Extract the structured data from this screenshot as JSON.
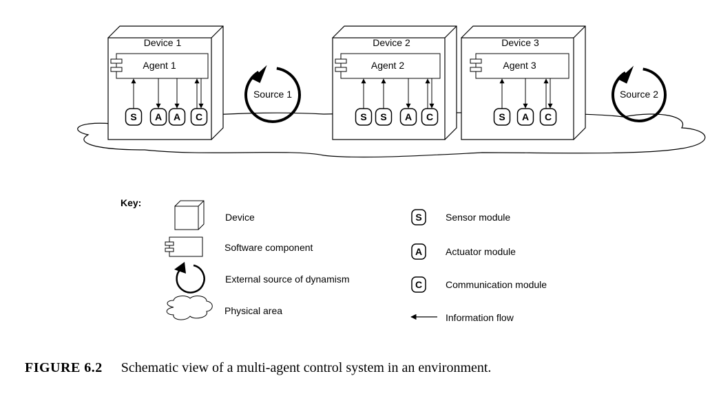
{
  "devices": [
    {
      "id": "d1",
      "label": "Device 1",
      "agent": "Agent 1",
      "modules": [
        {
          "letter": "S",
          "flow": "up"
        },
        {
          "letter": "A",
          "flow": "down"
        },
        {
          "letter": "A",
          "flow": "down"
        },
        {
          "letter": "C",
          "flow": "both"
        }
      ]
    },
    {
      "id": "d2",
      "label": "Device 2",
      "agent": "Agent 2",
      "modules": [
        {
          "letter": "S",
          "flow": "up"
        },
        {
          "letter": "S",
          "flow": "up"
        },
        {
          "letter": "A",
          "flow": "down"
        },
        {
          "letter": "C",
          "flow": "both"
        }
      ]
    },
    {
      "id": "d3",
      "label": "Device 3",
      "agent": "Agent 3",
      "modules": [
        {
          "letter": "S",
          "flow": "up"
        },
        {
          "letter": "A",
          "flow": "down"
        },
        {
          "letter": "C",
          "flow": "both"
        }
      ]
    }
  ],
  "sources": [
    {
      "id": "s1",
      "label": "Source 1"
    },
    {
      "id": "s2",
      "label": "Source 2"
    }
  ],
  "key": {
    "title": "Key:",
    "device": "Device",
    "software_component": "Software component",
    "external_source": "External source of dynamism",
    "physical_area": "Physical area",
    "sensor_letter": "S",
    "sensor": "Sensor module",
    "actuator_letter": "A",
    "actuator": "Actuator module",
    "communication_letter": "C",
    "communication": "Communication module",
    "information_flow": "Information flow"
  },
  "caption": {
    "label": "FIGURE 6.2",
    "text": "Schematic view of a multi-agent control system in an environment."
  }
}
